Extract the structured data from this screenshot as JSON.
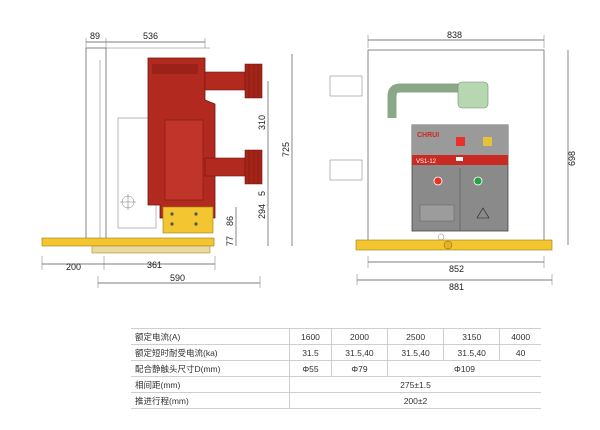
{
  "side_view": {
    "dims": {
      "d89": "89",
      "d536": "536",
      "d310": "310",
      "d725": "725",
      "d294": "294",
      "d5": "5",
      "d86": "86",
      "d77": "77",
      "d200": "200",
      "d361": "361",
      "d590": "590"
    }
  },
  "front_view": {
    "brand": "CHRUI",
    "model": "VS1-12",
    "dims": {
      "d838": "838",
      "d698": "698",
      "d852": "852",
      "d881": "881"
    }
  },
  "spec_table": {
    "rows": [
      {
        "label": "额定电流(A)",
        "values": [
          "1600",
          "2000",
          "2500",
          "3150",
          "4000"
        ]
      },
      {
        "label": "额定短时耐受电流(ka)",
        "values": [
          "31.5",
          "31.5,40",
          "31.5,40",
          "31.5,40",
          "40"
        ]
      },
      {
        "label": "配合静触头尺寸D(mm)",
        "values": [
          "Φ55",
          "Φ79",
          "Φ109"
        ]
      },
      {
        "label": "相间距(mm)",
        "values": [
          "275±1.5"
        ]
      },
      {
        "label": "推进行程(mm)",
        "values": [
          "200±2"
        ]
      }
    ]
  },
  "colors": {
    "red": "#b22a1f",
    "yellow": "#f2c531",
    "grey_panel": "#7a7a7a",
    "green_arm": "#b6d7b0"
  }
}
